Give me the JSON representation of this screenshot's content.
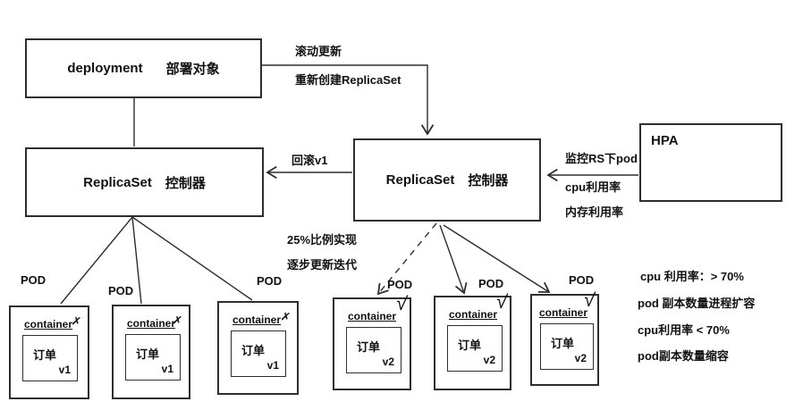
{
  "colors": {
    "line": "#2e2e2e",
    "background": "#ffffff"
  },
  "nodes": {
    "deployment": {
      "name": "deployment",
      "role": "部署对象"
    },
    "replicaset_v1": {
      "name": "ReplicaSet",
      "role": "控制器"
    },
    "replicaset_v2": {
      "name": "ReplicaSet",
      "role": "控制器"
    },
    "hpa": {
      "name": "HPA"
    }
  },
  "edges": {
    "rolling_update": {
      "label_line1": "滚动更新",
      "label_line2": "重新创建ReplicaSet"
    },
    "rollback": {
      "label": "回滚v1"
    },
    "hpa_monitor": {
      "label_line1": "监控RS下pod",
      "label_line2": "cpu利用率",
      "label_line3": "内存利用率"
    }
  },
  "annotations": {
    "rolling_note_line1": "25%比例实现",
    "rolling_note_line2": "逐步更新迭代",
    "hpa_rule_line1": "cpu 利用率：> 70%",
    "hpa_rule_line2": "pod 副本数量进程扩容",
    "hpa_rule_line3": "cpu利用率 < 70%",
    "hpa_rule_line4": "pod副本数量缩容"
  },
  "pods": [
    {
      "label": "POD",
      "container": "container",
      "app": "订单",
      "version": "v1",
      "mark": "✗",
      "mark_meaning": "terminating"
    },
    {
      "label": "POD",
      "container": "container",
      "app": "订单",
      "version": "v1",
      "mark": "✗",
      "mark_meaning": "terminating"
    },
    {
      "label": "POD",
      "container": "container",
      "app": "订单",
      "version": "v1",
      "mark": "✗",
      "mark_meaning": "terminating"
    },
    {
      "label": "POD",
      "container": "container",
      "app": "订单",
      "version": "v2",
      "mark": "√",
      "mark_meaning": "running"
    },
    {
      "label": "POD",
      "container": "container",
      "app": "订单",
      "version": "v2",
      "mark": "√",
      "mark_meaning": "running"
    },
    {
      "label": "POD",
      "container": "container",
      "app": "订单",
      "version": "v2",
      "mark": "√",
      "mark_meaning": "running"
    }
  ]
}
